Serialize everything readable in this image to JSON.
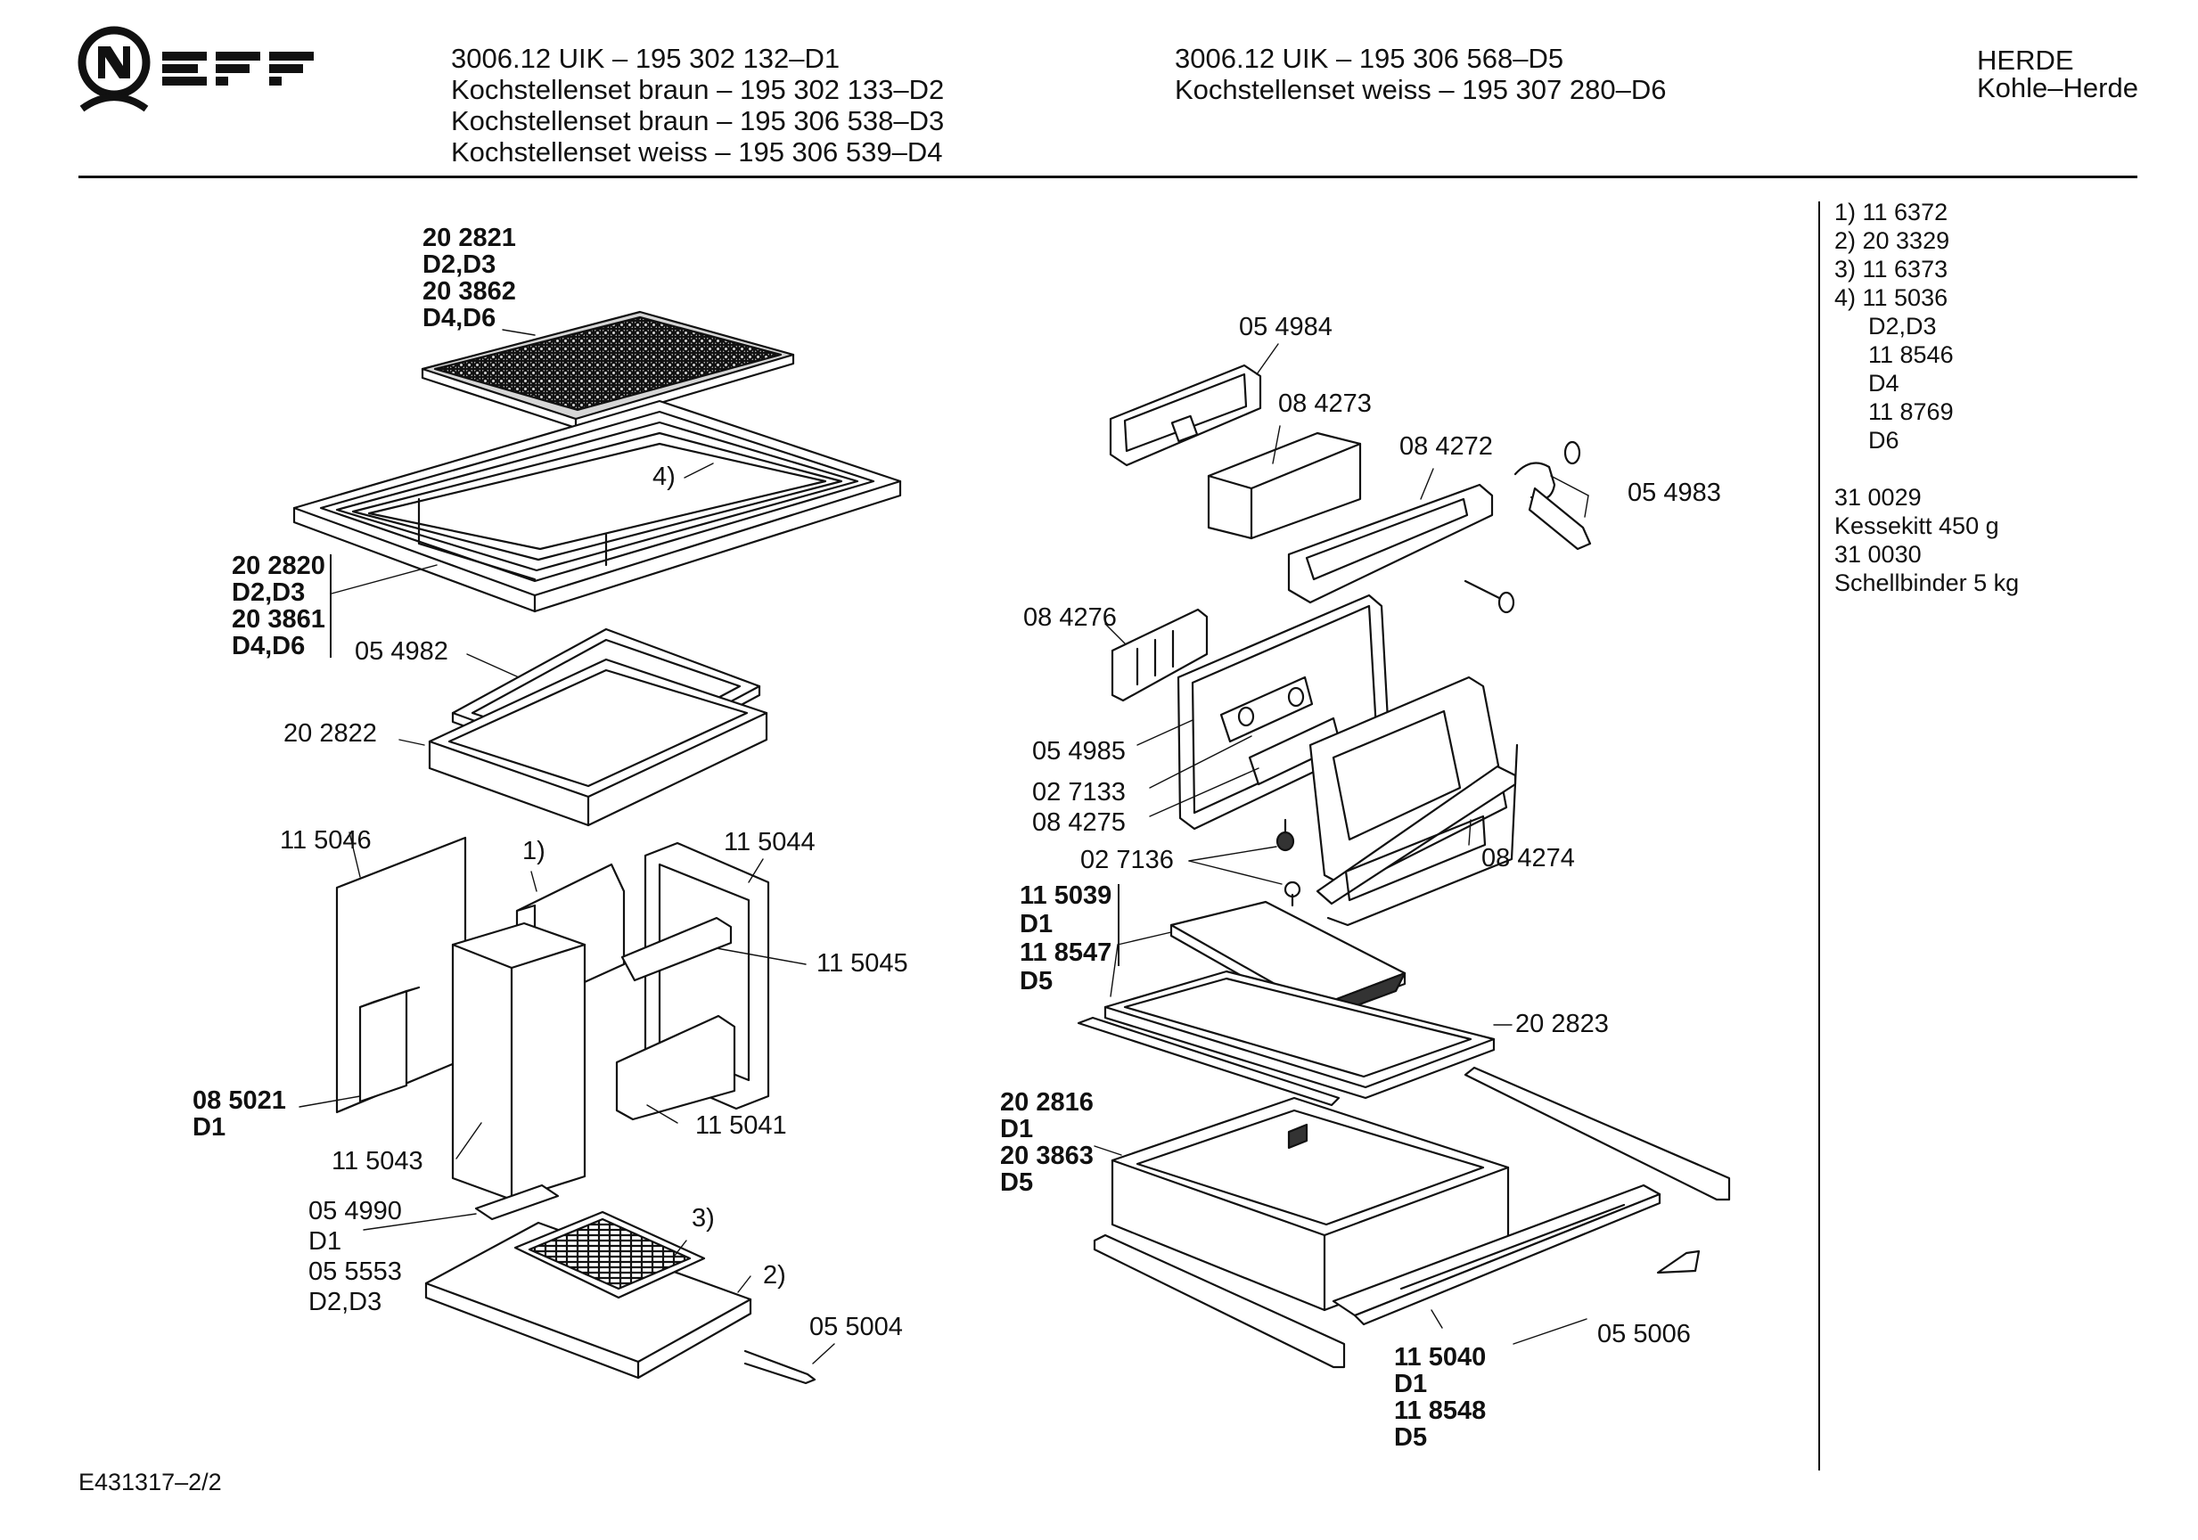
{
  "brand": {
    "logo_text": "NEFF"
  },
  "header": {
    "col1": [
      "3006.12 UIK – 195 302 132–D1",
      "Kochstellenset braun – 195 302 133–D2",
      "Kochstellenset braun – 195 306 538–D3",
      "Kochstellenset weiss – 195 306 539–D4"
    ],
    "col2": [
      "3006.12 UIK – 195 306 568–D5",
      "Kochstellenset weiss – 195 307 280–D6"
    ],
    "col3": [
      "HERDE",
      "Kohle–Herde"
    ]
  },
  "side_notes": [
    "1)  11 6372",
    "2)  20 3329",
    "3)  11 6373",
    "4)  11 5036",
    "D2,D3",
    "11 8546",
    "D4",
    "11 8769",
    "D6",
    "",
    "31 0029",
    "Kessekitt 450 g",
    "31 0030",
    "Schellbinder 5 kg"
  ],
  "labels": {
    "l_202821": "20 2821",
    "l_202821_v": "D2,D3",
    "l_203862": "20 3862",
    "l_203862_v": "D4,D6",
    "l_4": "4)",
    "l_202820": "20 2820",
    "l_202820_v": "D2,D3",
    "l_203861": "20 3861",
    "l_203861_v": "D4,D6",
    "l_054982": "05 4982",
    "l_202822": "20 2822",
    "l_115046": "11 5046",
    "l_1": "1)",
    "l_115044": "11 5044",
    "l_115045": "11 5045",
    "l_085021": "08 5021",
    "l_085021_v": "D1",
    "l_115041": "11 5041",
    "l_115043": "11 5043",
    "l_054990": "05 4990",
    "l_054990_v": "D1",
    "l_055553": "05 5553",
    "l_055553_v": "D2,D3",
    "l_3": "3)",
    "l_2": "2)",
    "l_055004": "05 5004",
    "l_054984": "05 4984",
    "l_084273": "08 4273",
    "l_084272": "08 4272",
    "l_054983": "05 4983",
    "l_084276": "08 4276",
    "l_054985": "05 4985",
    "l_027133": "02 7133",
    "l_084275": "08 4275",
    "l_027136": "02 7136",
    "l_084274": "08 4274",
    "l_115039": "11 5039",
    "l_115039_v": "D1",
    "l_118547": "11 8547",
    "l_118547_v": "D5",
    "l_202823": "20 2823",
    "l_202816": "20 2816",
    "l_202816_v": "D1",
    "l_203863": "20 3863",
    "l_203863_v": "D5",
    "l_115040": "11 5040",
    "l_115040_v": "D1",
    "l_118548": "11 8548",
    "l_118548_v": "D5",
    "l_055006": "05 5006"
  },
  "footer": {
    "code": "E431317–2/2"
  }
}
